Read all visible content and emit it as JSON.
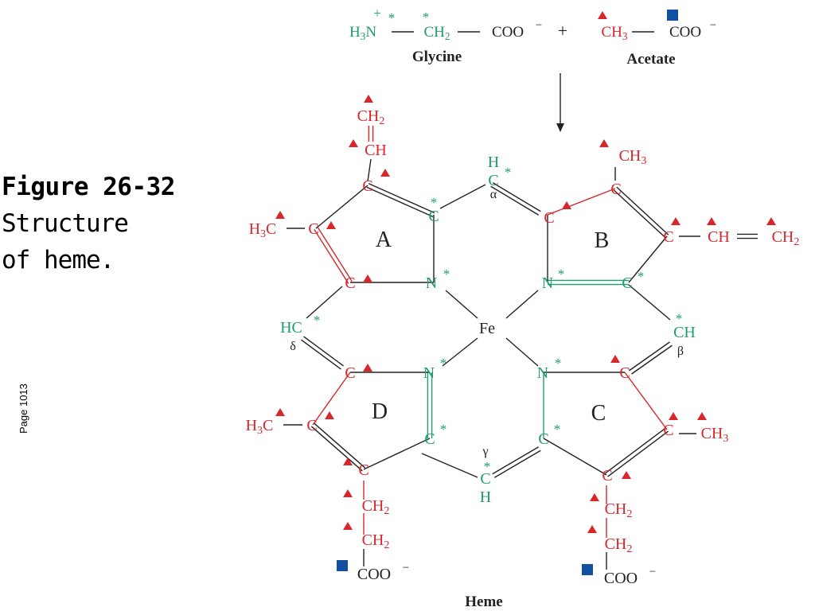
{
  "caption": {
    "title": "Figure 26-32",
    "line1": "Structure",
    "line2": "of heme."
  },
  "page_ref": "Page 1013",
  "colors": {
    "glycine_green": "#1e9e6a",
    "acetate_red": "#d8262b",
    "carboxyl_blue": "#1150a0",
    "bond_black": "#222222"
  },
  "precursors": {
    "glycine": {
      "amino": "H3N",
      "charge": "+",
      "methylene": "CH2",
      "carboxyl": "COO",
      "minus": "−",
      "name": "Glycine"
    },
    "plus": "+",
    "acetate": {
      "methyl": "CH3",
      "carboxyl": "COO",
      "minus": "−",
      "name": "Acetate"
    },
    "star": "*"
  },
  "heme": {
    "name": "Heme",
    "iron": "Fe",
    "rings": [
      "A",
      "B",
      "C",
      "D"
    ],
    "bridges": {
      "alpha": "α",
      "beta": "β",
      "gamma": "γ",
      "delta": "δ"
    },
    "labels": {
      "carbon": "C",
      "nitrogen": "N",
      "hydrogen": "H",
      "ch": "CH",
      "hc": "HC",
      "ch2": "CH2",
      "ch3": "CH3",
      "h3c": "H3C",
      "coo": "COO",
      "minus": "−",
      "star": "*"
    }
  }
}
